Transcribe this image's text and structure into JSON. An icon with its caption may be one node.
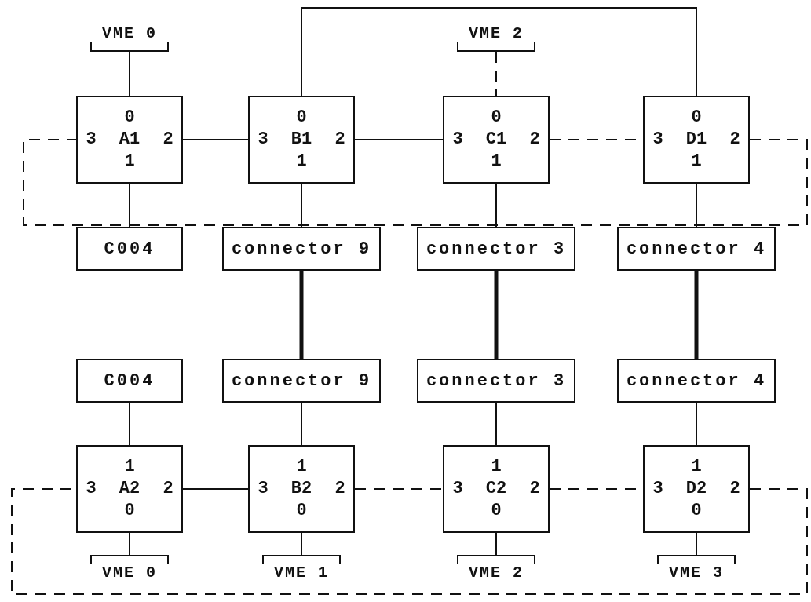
{
  "diagram": {
    "nodes": [
      {
        "text": [
          "VME 0"
        ]
      },
      {
        "text": [
          "VME 2"
        ]
      },
      {
        "text": [
          "0",
          "3",
          "A1",
          "2",
          "1"
        ]
      },
      {
        "text": [
          "0",
          "3",
          "B1",
          "2",
          "1"
        ]
      },
      {
        "text": [
          "0",
          "3",
          "C1",
          "2",
          "1"
        ]
      },
      {
        "text": [
          "0",
          "3",
          "D1",
          "2",
          "1"
        ]
      },
      {
        "text": [
          "C004"
        ]
      },
      {
        "text": [
          "connector 9"
        ]
      },
      {
        "text": [
          "connector 3"
        ]
      },
      {
        "text": [
          "connector 4"
        ]
      },
      {
        "text": [
          "C004"
        ]
      },
      {
        "text": [
          "connector 9"
        ]
      },
      {
        "text": [
          "connector 3"
        ]
      },
      {
        "text": [
          "connector 4"
        ]
      },
      {
        "text": [
          "1",
          "3",
          "A2",
          "2",
          "0"
        ]
      },
      {
        "text": [
          "1",
          "3",
          "B2",
          "2",
          "0"
        ]
      },
      {
        "text": [
          "1",
          "3",
          "C2",
          "2",
          "0"
        ]
      },
      {
        "text": [
          "1",
          "3",
          "D2",
          "2",
          "0"
        ]
      },
      {
        "text": [
          "VME 0"
        ]
      },
      {
        "text": [
          "VME 1"
        ]
      },
      {
        "text": [
          "VME 2"
        ]
      },
      {
        "text": [
          "VME 3"
        ]
      }
    ],
    "edges": [
      {
        "from": 0,
        "to": 2,
        "arrow": "none"
      },
      {
        "from": 1,
        "to": 4,
        "arrow": "none",
        "style": "dashed"
      },
      {
        "from": 3,
        "to": 5,
        "arrow": "none"
      },
      {
        "from": 2,
        "to": 3,
        "arrow": "none"
      },
      {
        "from": 3,
        "to": 4,
        "arrow": "none"
      },
      {
        "from": 4,
        "to": 5,
        "arrow": "none",
        "style": "dashed"
      },
      {
        "from": 5,
        "to": 2,
        "arrow": "none",
        "style": "dashed"
      },
      {
        "from": 2,
        "to": 6,
        "arrow": "none"
      },
      {
        "from": 3,
        "to": 7,
        "arrow": "none"
      },
      {
        "from": 4,
        "to": 8,
        "arrow": "none"
      },
      {
        "from": 5,
        "to": 9,
        "arrow": "none"
      },
      {
        "from": 7,
        "to": 11,
        "arrow": "none",
        "style": "thick"
      },
      {
        "from": 8,
        "to": 12,
        "arrow": "none",
        "style": "thick"
      },
      {
        "from": 9,
        "to": 13,
        "arrow": "none",
        "style": "thick"
      },
      {
        "from": 10,
        "to": 14,
        "arrow": "none"
      },
      {
        "from": 11,
        "to": 15,
        "arrow": "none"
      },
      {
        "from": 12,
        "to": 16,
        "arrow": "none"
      },
      {
        "from": 13,
        "to": 17,
        "arrow": "none"
      },
      {
        "from": 14,
        "to": 15,
        "arrow": "none"
      },
      {
        "from": 15,
        "to": 16,
        "arrow": "none",
        "style": "dashed"
      },
      {
        "from": 16,
        "to": 17,
        "arrow": "none",
        "style": "dashed"
      },
      {
        "from": 17,
        "to": 14,
        "arrow": "none",
        "style": "dashed"
      },
      {
        "from": 14,
        "to": 18,
        "arrow": "none"
      },
      {
        "from": 15,
        "to": 19,
        "arrow": "none"
      },
      {
        "from": 16,
        "to": 20,
        "arrow": "none"
      },
      {
        "from": 17,
        "to": 21,
        "arrow": "none"
      }
    ]
  }
}
